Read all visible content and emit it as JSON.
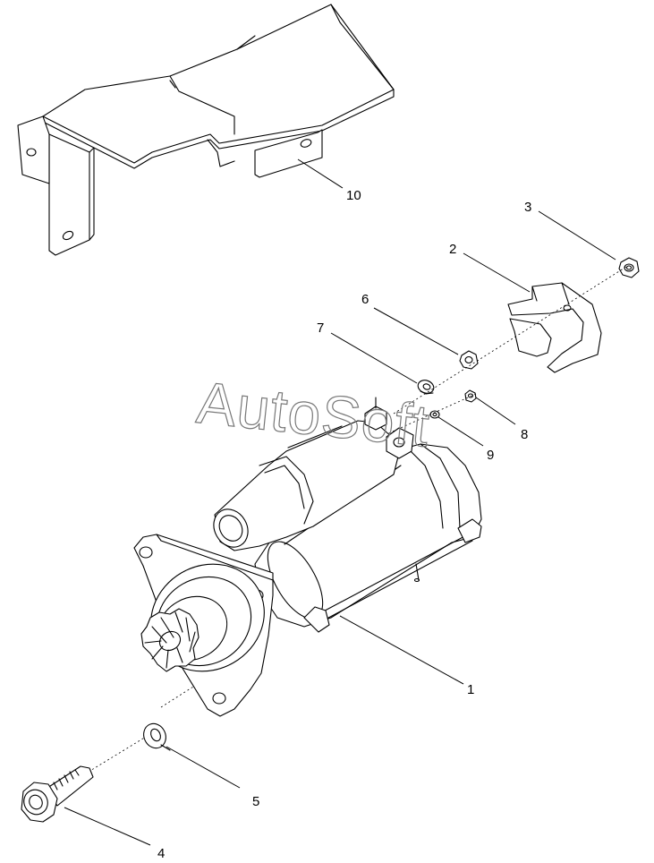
{
  "callouts": [
    {
      "id": "c1",
      "label": "1"
    },
    {
      "id": "c2",
      "label": "2"
    },
    {
      "id": "c3",
      "label": "3"
    },
    {
      "id": "c4",
      "label": "4"
    },
    {
      "id": "c5",
      "label": "5"
    },
    {
      "id": "c6",
      "label": "6"
    },
    {
      "id": "c7",
      "label": "7"
    },
    {
      "id": "c8",
      "label": "8"
    },
    {
      "id": "c9",
      "label": "9"
    },
    {
      "id": "c10",
      "label": "10"
    }
  ],
  "watermark": "AutoSoft"
}
